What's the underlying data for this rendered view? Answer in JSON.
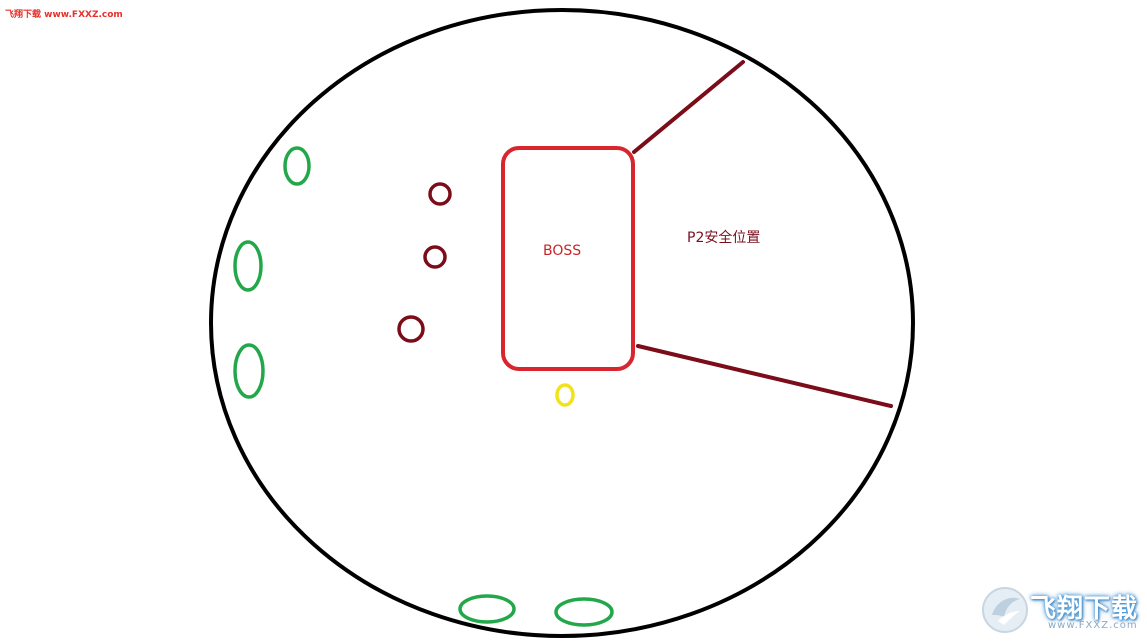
{
  "watermark": {
    "top_left": "飞翔下载 www.FXXZ.com",
    "logo_text": "飞翔下载",
    "logo_url": "www.FXXZ.com"
  },
  "labels": {
    "boss": "BOSS",
    "p2_safe": "P2安全位置"
  },
  "colors": {
    "arena_border": "#000000",
    "boss_box": "#d9262e",
    "player_dark_red": "#7b0c19",
    "player_green": "#22a84a",
    "player_yellow": "#f2e21a",
    "safe_zone_lines": "#7b0c19",
    "watermark_red": "#e8302a"
  },
  "icons": {
    "logo": "feixiang-logo-icon"
  }
}
